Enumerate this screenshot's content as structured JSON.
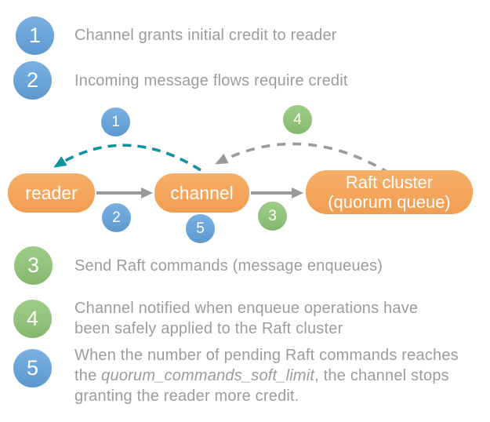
{
  "colors": {
    "badge_blue": "#6fa8dc",
    "badge_green": "#93c47d",
    "node_orange": "#f4a55c",
    "arc_teal": "#0f93a0",
    "arrow_gray": "#9b9b9b",
    "text_gray": "#9c9c9c"
  },
  "steps_top": [
    {
      "num": "1",
      "label": "Channel grants initial credit to reader"
    },
    {
      "num": "2",
      "label": "Incoming message flows require credit"
    }
  ],
  "diagram": {
    "nodes": {
      "reader": {
        "label": "reader"
      },
      "channel": {
        "label": "channel"
      },
      "raft": {
        "line1": "Raft cluster",
        "line2": "(quorum queue)"
      }
    },
    "badges": {
      "b1": "1",
      "b2": "2",
      "b3": "3",
      "b4": "4",
      "b5": "5"
    }
  },
  "steps_bottom": [
    {
      "num": "3",
      "lines": [
        "Send Raft commands (message enqueues)"
      ]
    },
    {
      "num": "4",
      "lines": [
        "Channel notified when enqueue operations have",
        "been safely applied to the Raft cluster"
      ]
    },
    {
      "num": "5",
      "line1": "When the number of pending Raft commands reaches",
      "line2_pre": "the ",
      "line2_italic": "quorum_commands_soft_limit",
      "line2_post": ", the channel stops",
      "line3": "granting the reader more credit."
    }
  ]
}
